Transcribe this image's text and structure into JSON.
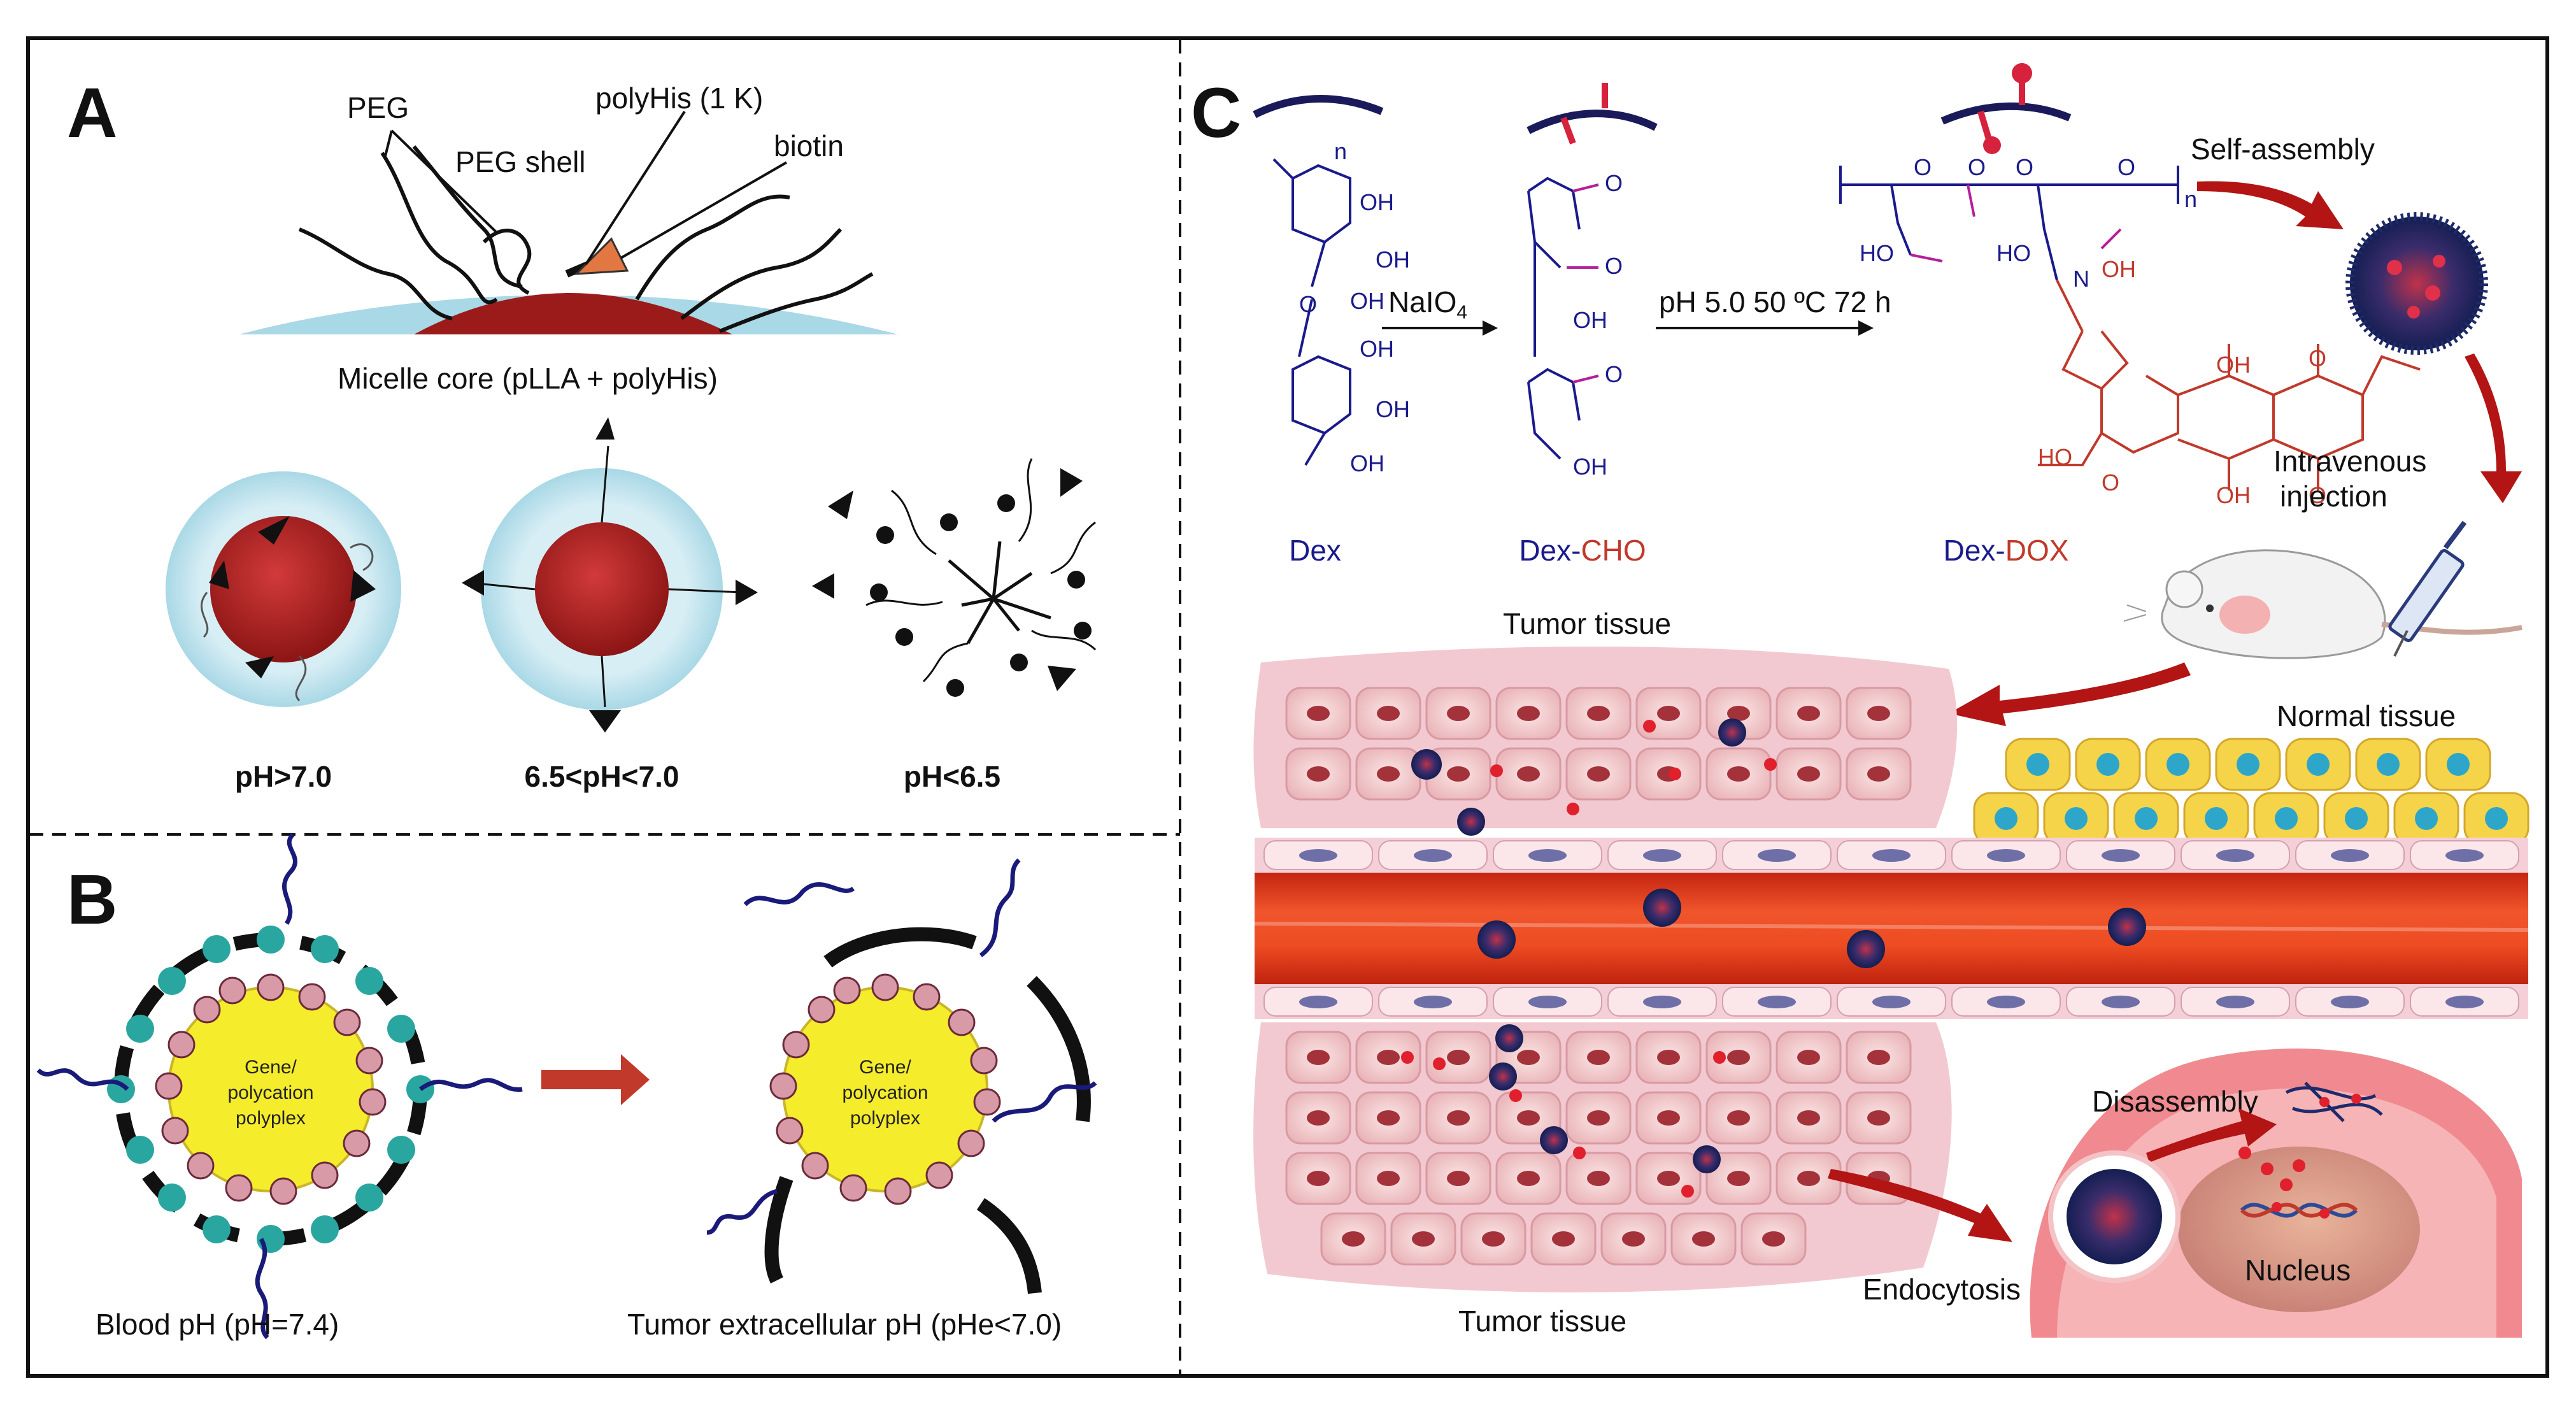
{
  "panels": {
    "a": {
      "letter": "A",
      "labels": {
        "peg": "PEG",
        "polyhis": "polyHis (1 K)",
        "biotin": "biotin",
        "peg_shell": "PEG shell",
        "core": "Micelle core (pLLA + polyHis)"
      },
      "states": [
        "pH>7.0",
        "6.5<pH<7.0",
        "pH<6.5"
      ]
    },
    "b": {
      "letter": "B",
      "polyplex_lines": [
        "Gene/",
        "polycation",
        "polyplex"
      ],
      "blood_label": "Blood pH (pH=7.4)",
      "tumor_label": "Tumor extracellular pH (pHe<7.0)"
    },
    "c": {
      "letter": "C",
      "dex": "Dex",
      "dex_cho_prefix": "Dex-",
      "dex_cho_suffix": "CHO",
      "dex_dox_prefix": "Dex-",
      "dex_dox_suffix": "DOX",
      "reagent1": "NaIO",
      "reagent1_sub": "4",
      "reagent2": "pH 5.0 50 ºC 72 h",
      "self_assembly": "Self-assembly",
      "iv_line1": "Intravenous",
      "iv_line2": "injection",
      "tumor_tissue_top": "Tumor tissue",
      "tumor_tissue_bottom": "Tumor tissue",
      "normal_tissue": "Normal tissue",
      "disassembly": "Disassembly",
      "endocytosis": "Endocytosis",
      "nucleus": "Nucleus",
      "chem": {
        "oh": "OH",
        "ho": "HO",
        "o": "O",
        "n_sub": "n",
        "n": "N"
      }
    }
  },
  "colors": {
    "shell": "#aedbe8",
    "core": "#9b1b1b",
    "tumor_tissue": "#f2c6cf",
    "vessel": "#e8411f",
    "normal_cell": "#f5d44a",
    "normal_nucleus": "#2ea6c9",
    "nanoparticle": "#1f2a6b",
    "arrow_red": "#b31414",
    "polyplex_yellow": "#f5ec2b"
  }
}
